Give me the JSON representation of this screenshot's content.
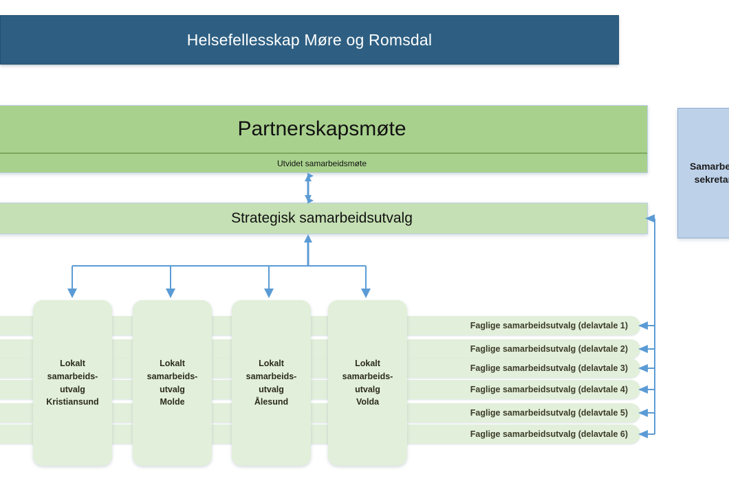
{
  "title_banner": {
    "text": "Helsefellesskap Møre og Romsdal"
  },
  "partnerskap": {
    "main_label": "Partnerskapsmøte",
    "sub_label": "Utvidet samarbeidsmøte"
  },
  "strategisk": {
    "label": "Strategisk samarbeidsutvalg"
  },
  "secretariat": {
    "line1": "Samarbeids-",
    "line2": "sekretariat"
  },
  "local_committees": [
    {
      "label": "Lokalt\nsamarbeids-\nutvalg\nKristiansund"
    },
    {
      "label": "Lokalt\nsamarbeids-\nutvalg\nMolde"
    },
    {
      "label": "Lokalt\nsamarbeids-\nutvalg\nÅlesund"
    },
    {
      "label": "Lokalt\nsamarbeids-\nutvalg\nVolda"
    }
  ],
  "faglige_bands": [
    {
      "label": "Faglige samarbeidsutvalg (delavtale 1)"
    },
    {
      "label": "Faglige samarbeidsutvalg (delavtale 2)"
    },
    {
      "label": "Faglige samarbeidsutvalg (delavtale 3)"
    },
    {
      "label": "Faglige samarbeidsutvalg (delavtale 4)"
    },
    {
      "label": "Faglige samarbeidsutvalg (delavtale 5)"
    },
    {
      "label": "Faglige samarbeidsutvalg (delavtale 6)"
    }
  ],
  "colors": {
    "banner_blue": "#2e5f82",
    "partnerskap_green": "#a9d18e",
    "strategisk_green": "#c5e0b4",
    "band_green": "#e2efda",
    "secretariat_blue": "#bdd1e9",
    "connector_blue": "#5b9bd5"
  }
}
